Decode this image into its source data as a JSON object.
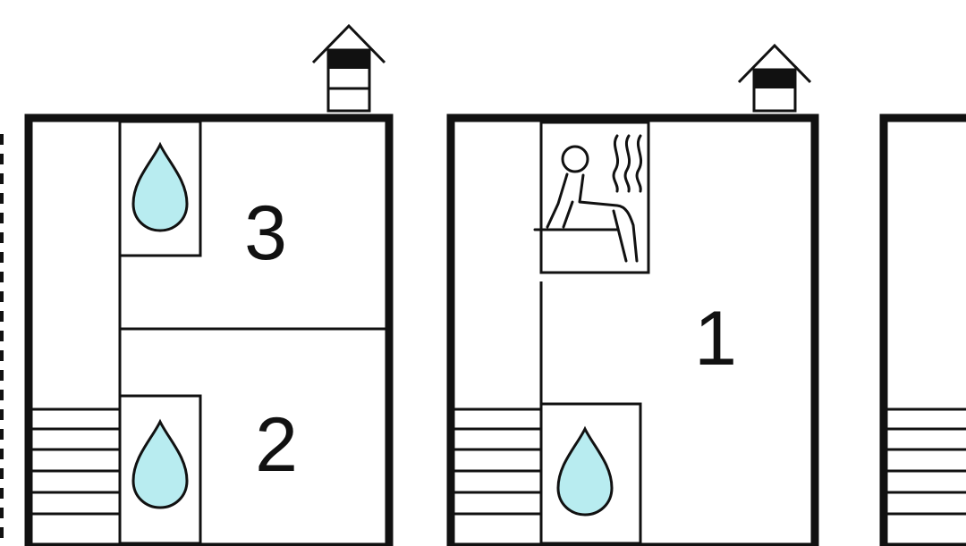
{
  "floor_plan": {
    "colors": {
      "line": "#111111",
      "background": "#ffffff",
      "water": "#b8ecf0"
    },
    "units": [
      {
        "id": "left-unit",
        "rooms": [
          {
            "label": "3",
            "features": [
              "water-drop-icon"
            ]
          },
          {
            "label": "2",
            "features": [
              "water-drop-icon"
            ]
          }
        ],
        "features": [
          "staircase",
          "chimney-icon"
        ]
      },
      {
        "id": "middle-unit",
        "rooms": [
          {
            "label": "1",
            "features": [
              "sauna-icon",
              "water-drop-icon"
            ]
          }
        ],
        "features": [
          "staircase",
          "chimney-icon"
        ]
      },
      {
        "id": "right-unit",
        "rooms": [],
        "features": [
          "staircase"
        ]
      }
    ]
  }
}
